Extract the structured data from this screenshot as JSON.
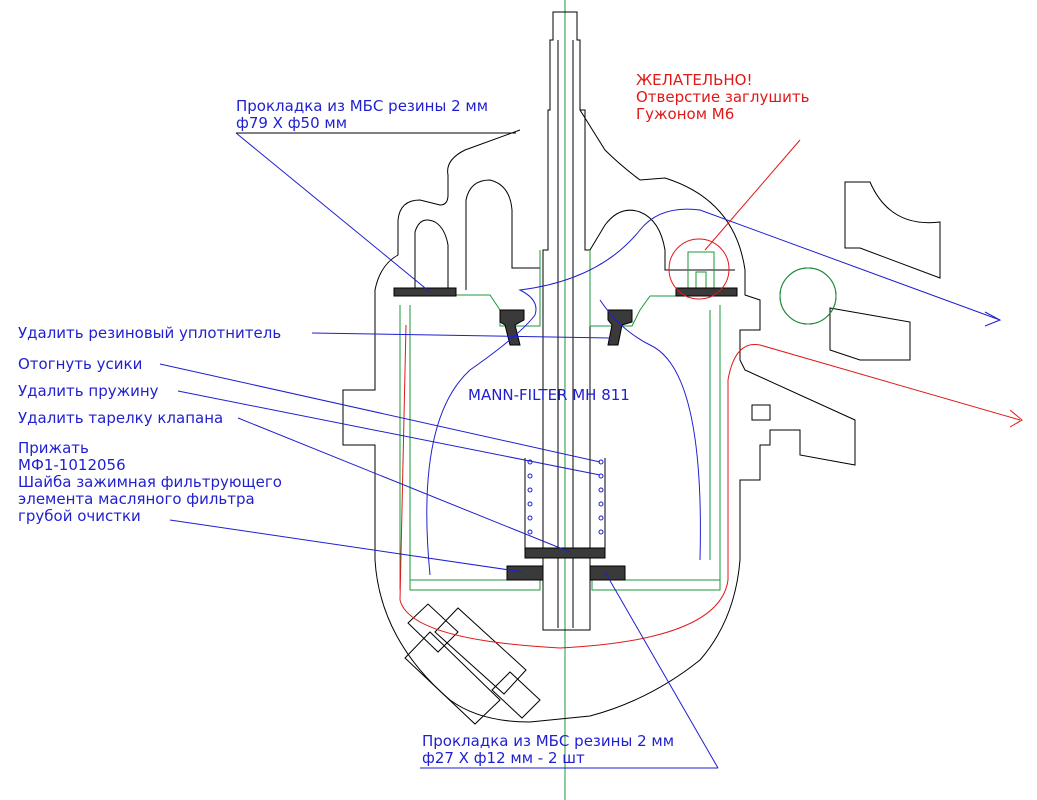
{
  "colors": {
    "outline": "#000000",
    "annotation": "#1f1fd0",
    "warning": "#e01818",
    "filter_element": "#1a9a3a",
    "gasket_fill": "#3a3a3a"
  },
  "labels": {
    "top_gasket": {
      "line1": "Прокладка из МБС резины 2 мм",
      "line2": "ф79 X ф50 мм"
    },
    "warning": {
      "line1": "ЖЕЛАТЕЛЬНО!",
      "line2": "Отверстие заглушить",
      "line3": "Гужоном М6"
    },
    "remove_seal": "Удалить резиновый уплотнитель",
    "bend_tabs": "Отогнуть усики",
    "remove_spring": "Удалить пружину",
    "remove_valve_plate": "Удалить тарелку клапана",
    "press": {
      "line1": "Прижать",
      "line2": "МФ1-1012056",
      "line3": "Шайба зажимная фильтрующего",
      "line4": "элемента масляного фильтра",
      "line5": "грубой очистки"
    },
    "filter_name": "MANN-FILTER MH 811",
    "bottom_gasket": {
      "line1": "Прокладка из МБС резины 2 мм",
      "line2": "ф27 X ф12 мм - 2 шт"
    }
  }
}
